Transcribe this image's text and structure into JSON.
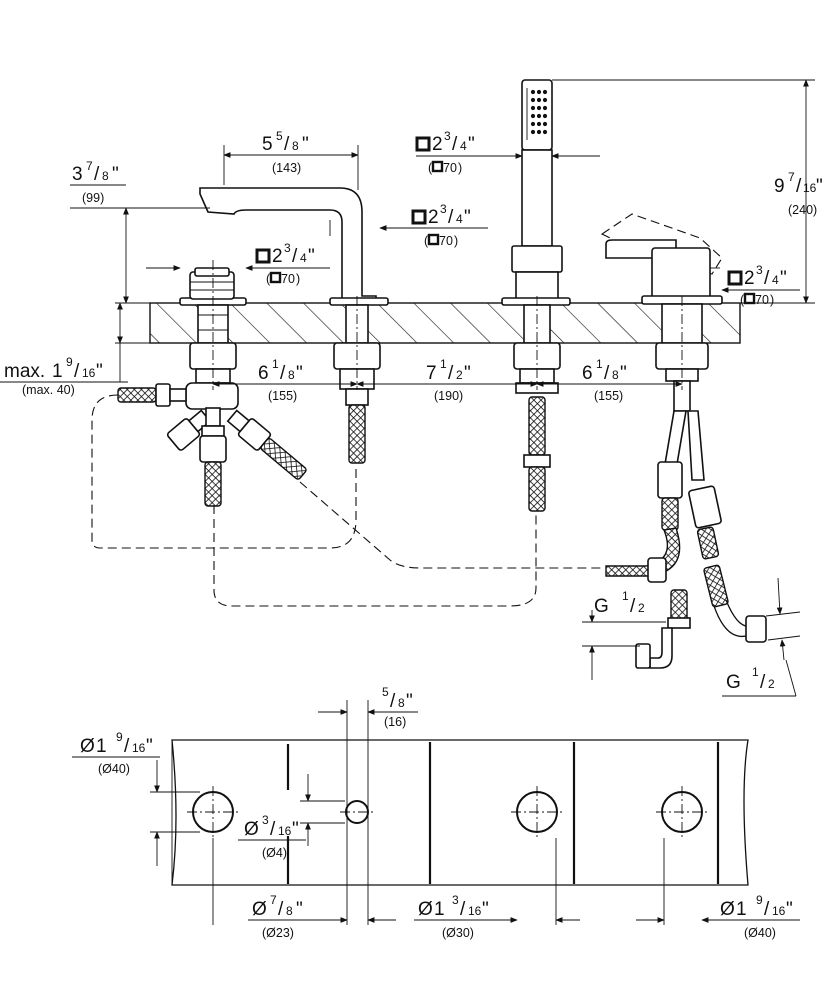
{
  "side_view": {
    "spout_reach": {
      "whole": "5",
      "num": "5",
      "den": "8",
      "mm": "(143)"
    },
    "spout_height": {
      "whole": "3",
      "num": "7",
      "den": "8",
      "mm": "(99)"
    },
    "handshower_sq": {
      "whole": "2",
      "num": "3",
      "den": "4",
      "mm": "70"
    },
    "spout_sq": {
      "whole": "2",
      "num": "3",
      "den": "4",
      "mm": "70"
    },
    "left_base_sq": {
      "whole": "2",
      "num": "3",
      "den": "4",
      "mm": "70"
    },
    "right_base_sq": {
      "whole": "2",
      "num": "3",
      "den": "4",
      "mm": "70"
    },
    "overall_height": {
      "whole": "9",
      "num": "7",
      "den": "16",
      "mm": "(240)"
    },
    "deck_max": {
      "prefix": "max.",
      "whole": "1",
      "num": "9",
      "den": "16",
      "mm": "(max. 40)"
    },
    "spacing_1": {
      "whole": "6",
      "num": "1",
      "den": "8",
      "mm": "(155)"
    },
    "spacing_2": {
      "whole": "7",
      "num": "1",
      "den": "2",
      "mm": "(190)"
    },
    "spacing_3": {
      "whole": "6",
      "num": "1",
      "den": "8",
      "mm": "(155)"
    },
    "thread_left": {
      "letter": "G",
      "num": "1",
      "den": "2"
    },
    "thread_right": {
      "letter": "G",
      "num": "1",
      "den": "2"
    },
    "inch_mark": "\""
  },
  "plan_view": {
    "slot_width": {
      "num": "5",
      "den": "8",
      "mm": "(16)"
    },
    "hole_large_left": {
      "prefix": "Ø",
      "whole": "1",
      "num": "9",
      "den": "16",
      "mm": "(Ø40)"
    },
    "hole_small": {
      "prefix": "Ø",
      "num": "3",
      "den": "16",
      "mm": "(Ø4)"
    },
    "hole_spout": {
      "prefix": "Ø",
      "num": "7",
      "den": "8",
      "mm": "(Ø23)"
    },
    "hole_mid": {
      "prefix": "Ø",
      "whole": "1",
      "num": "3",
      "den": "16",
      "mm": "(Ø30)"
    },
    "hole_large_right": {
      "prefix": "Ø",
      "whole": "1",
      "num": "9",
      "den": "16",
      "mm": "(Ø40)"
    }
  },
  "icons": [
    "square-symbol-icon",
    "diameter-symbol-icon"
  ]
}
